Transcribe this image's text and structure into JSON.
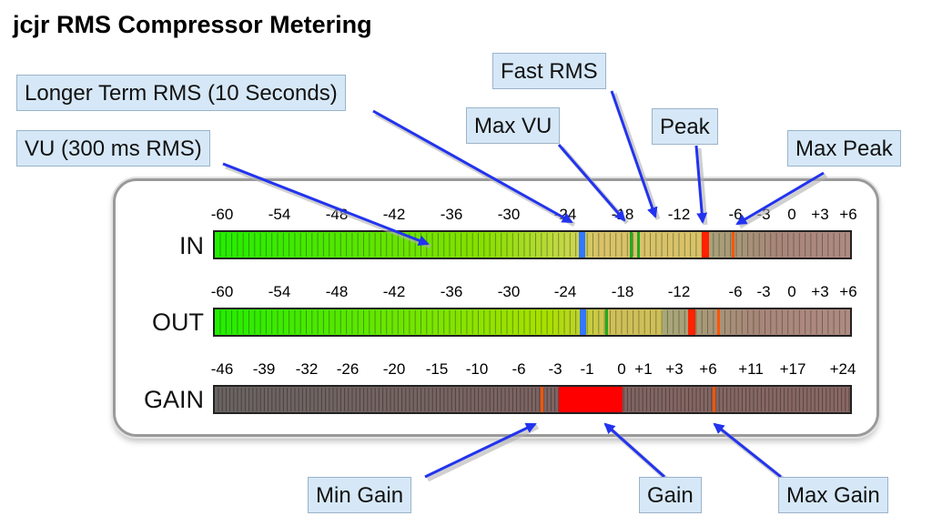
{
  "title": "jcjr RMS Compressor Metering",
  "meters": {
    "in": {
      "label": "IN",
      "ticks": [
        "-60",
        "-54",
        "-48",
        "-42",
        "-36",
        "-30",
        "-24",
        "-18",
        "-12",
        "-6",
        "-3",
        "0",
        "+3",
        "+6"
      ]
    },
    "out": {
      "label": "OUT",
      "ticks": [
        "-60",
        "-54",
        "-48",
        "-42",
        "-36",
        "-30",
        "-24",
        "-18",
        "-12",
        "-6",
        "-3",
        "0",
        "+3",
        "+6"
      ]
    },
    "gain": {
      "label": "GAIN",
      "ticks": [
        "-46",
        "-39",
        "-32",
        "-26",
        "-20",
        "-15",
        "-10",
        "-6",
        "-3",
        "-1",
        "0",
        "+1",
        "+3",
        "+6",
        "+11",
        "+17",
        "+24"
      ]
    }
  },
  "callouts": {
    "longer_term_rms": "Longer Term RMS (10 Seconds)",
    "vu": "VU (300 ms RMS)",
    "fast_rms": "Fast RMS",
    "max_vu": "Max VU",
    "peak": "Peak",
    "max_peak": "Max Peak",
    "min_gain": "Min Gain",
    "gain": "Gain",
    "max_gain": "Max Gain"
  },
  "colors": {
    "vu_marker": "#3377ff",
    "peak_marker": "#ff2200",
    "max_peak_marker": "#ff5500",
    "gain_fill": "#ff0000",
    "max_vu_marker": "#22aa22",
    "arrow": "#2233ee"
  }
}
